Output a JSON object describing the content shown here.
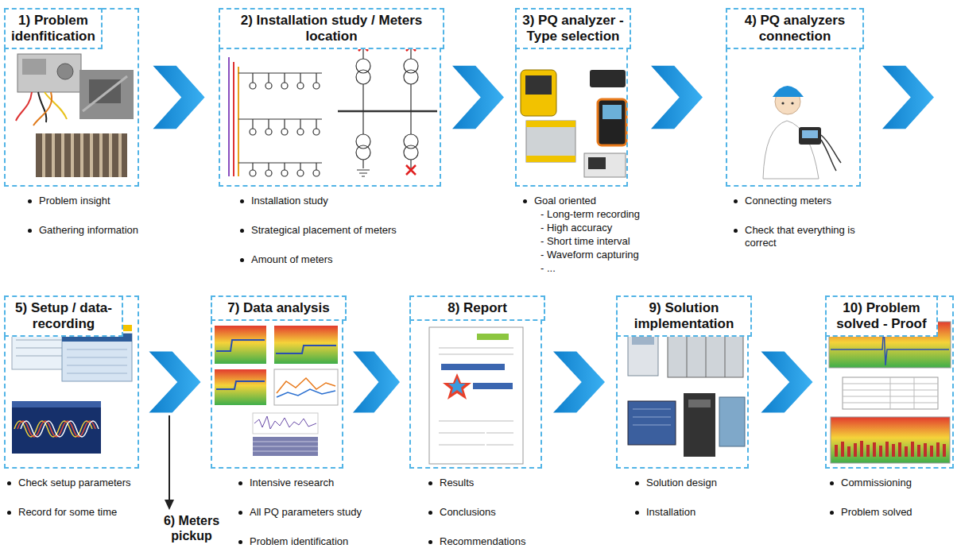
{
  "diagram": {
    "nodes": [
      {
        "text": [
          "1) Problem idenfitication",
          "Problem insight",
          "Gathering information"
        ]
      },
      {
        "text": [
          "2) Installation study / Meters location",
          "Installation study",
          "Strategical placement of meters",
          "Amount of meters"
        ]
      },
      {
        "text": [
          "3) PQ analyzer - Type selection",
          "Goal oriented",
          "- Long-term recording",
          "- High accuracy",
          "- Short time interval",
          "- Waveform capturing",
          "- ..."
        ]
      },
      {
        "text": [
          "4) PQ analyzers connection",
          "Connecting meters",
          "Check that everything is correct"
        ]
      },
      {
        "text": [
          "5) Setup / data-recording",
          "Check setup parameters",
          "Record for some time"
        ]
      },
      {
        "text": [
          "7) Data analysis",
          "Intensive research",
          "All PQ parameters study",
          "Problem identification"
        ]
      },
      {
        "text": [
          "8) Report",
          "Results",
          "Conclusions",
          "Recommendations"
        ]
      },
      {
        "text": [
          "9) Solution implementation",
          "Solution design",
          "Installation"
        ]
      },
      {
        "text": [
          "10) Problem solved - Proof",
          "Commissioning",
          "Problem solved"
        ]
      }
    ],
    "edges": [
      {
        "from": 0,
        "to": 1,
        "arrow": "to"
      },
      {
        "from": 1,
        "to": 2,
        "arrow": "to"
      },
      {
        "from": 2,
        "to": 3,
        "arrow": "to"
      },
      {
        "from": 3,
        "to": 4,
        "arrow": "to"
      },
      {
        "from": 4,
        "to": 5,
        "arrow": "to"
      },
      {
        "from": 5,
        "to": 6,
        "arrow": "to"
      },
      {
        "from": 6,
        "to": 7,
        "arrow": "to"
      },
      {
        "from": 7,
        "to": 8,
        "arrow": "to"
      }
    ],
    "labels": [
      "6) Meters pickup"
    ]
  }
}
